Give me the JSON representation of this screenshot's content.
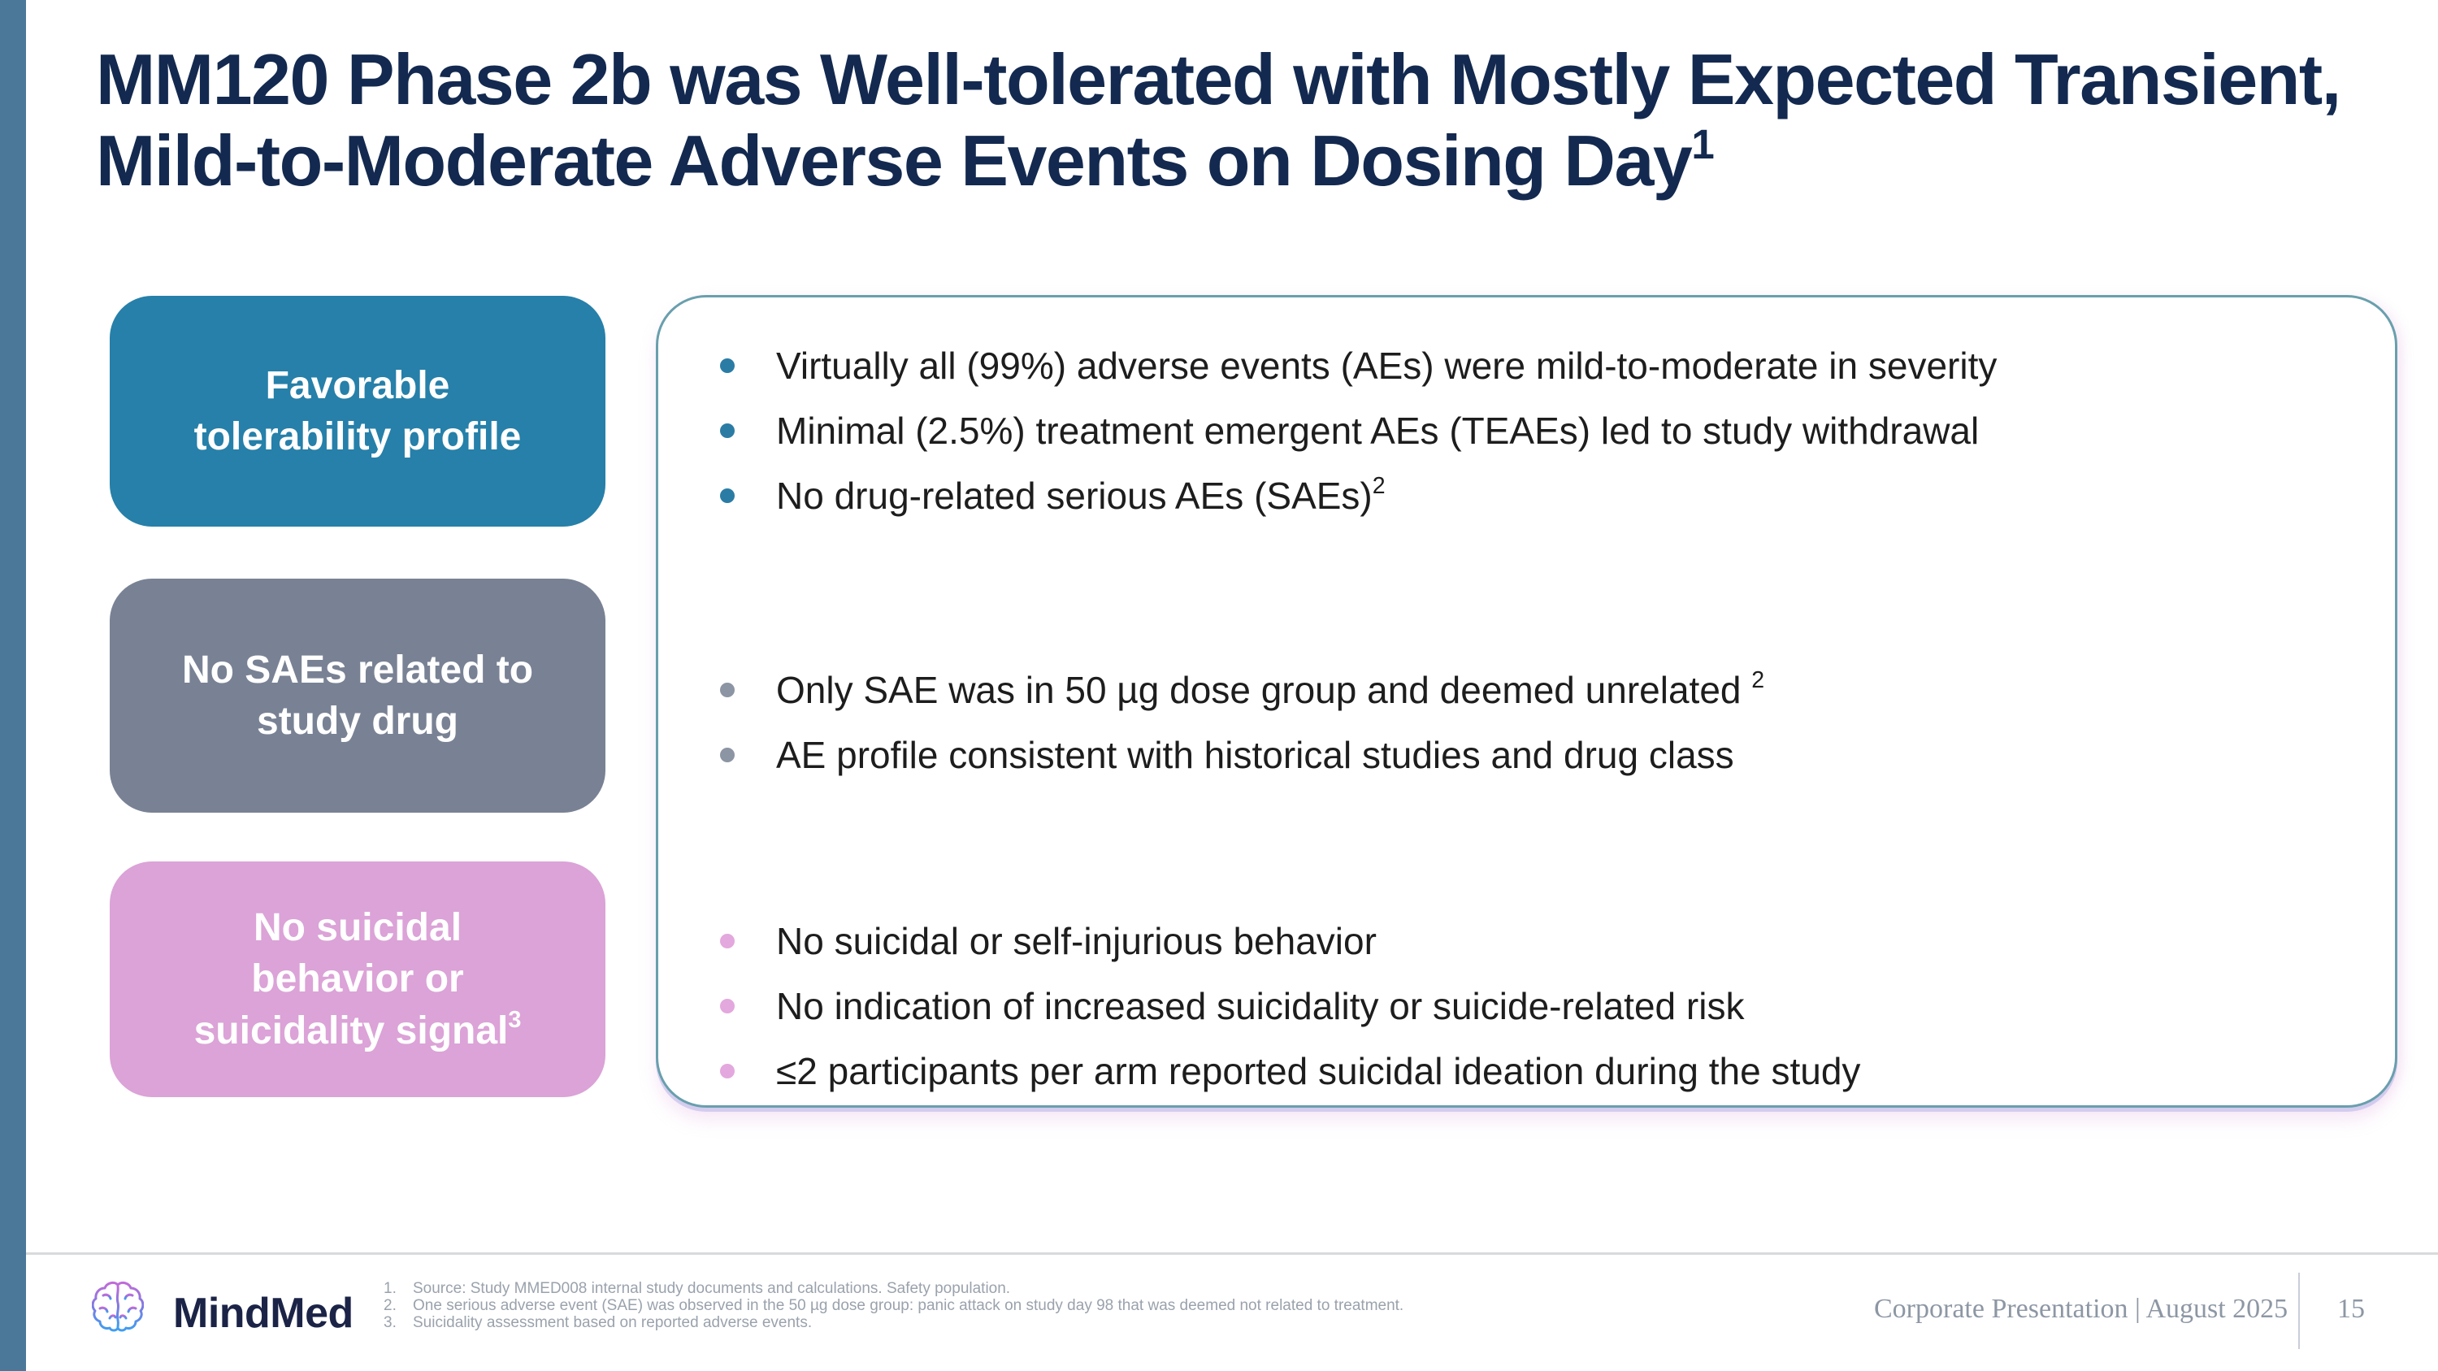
{
  "slide": {
    "accent_bar_color": "#4b7899",
    "title": {
      "line1": "MM120 Phase 2b was Well-tolerated with Mostly Expected Transient,",
      "line2": "Mild-to-Moderate Adverse Events on Dosing Day",
      "superscript": "1",
      "color": "#13294f"
    },
    "side_boxes": [
      {
        "lines": [
          "Favorable",
          "tolerability profile"
        ],
        "superscript": "",
        "color": "#2680a9"
      },
      {
        "lines": [
          "No SAEs related to",
          "study drug"
        ],
        "superscript": "",
        "color": "#798294"
      },
      {
        "lines": [
          "No suicidal",
          "behavior or",
          "suicidality signal"
        ],
        "superscript": "3",
        "color": "#dba3d7"
      }
    ],
    "panel": {
      "border_color": "#699fad",
      "groups": [
        {
          "bullet_color": "#2b7ca5",
          "items": [
            {
              "text": "Virtually all (99%) adverse events (AEs) were mild-to-moderate in severity",
              "sup": ""
            },
            {
              "text": "Minimal (2.5%) treatment emergent AEs (TEAEs) led to study withdrawal",
              "sup": ""
            },
            {
              "text": "No drug-related serious AEs (SAEs)",
              "sup": "2"
            }
          ]
        },
        {
          "bullet_color": "#8c95a3",
          "items": [
            {
              "text": "Only SAE was in 50 µg dose group and deemed unrelated ",
              "sup": "2"
            },
            {
              "text": "AE profile consistent with historical studies and drug class",
              "sup": ""
            }
          ]
        },
        {
          "bullet_color": "#e3a8dd",
          "items": [
            {
              "text": "No suicidal or self-injurious behavior",
              "sup": ""
            },
            {
              "text": "No indication of increased suicidality or suicide-related risk",
              "sup": ""
            },
            {
              "text": "≤2 participants per arm reported suicidal ideation during the study",
              "sup": ""
            }
          ]
        }
      ]
    },
    "footer": {
      "logo_text": "MindMed",
      "footnotes": [
        {
          "num": "1.",
          "text": "Source: Study MMED008 internal study documents and calculations. Safety population."
        },
        {
          "num": "2.",
          "text": "One serious adverse event (SAE) was observed in the 50 µg dose group: panic attack on study day 98 that was deemed not related to treatment."
        },
        {
          "num": "3.",
          "text": "Suicidality assessment based on reported adverse events."
        }
      ],
      "presentation_label": "Corporate Presentation | August 2025",
      "page_number": "15"
    }
  }
}
